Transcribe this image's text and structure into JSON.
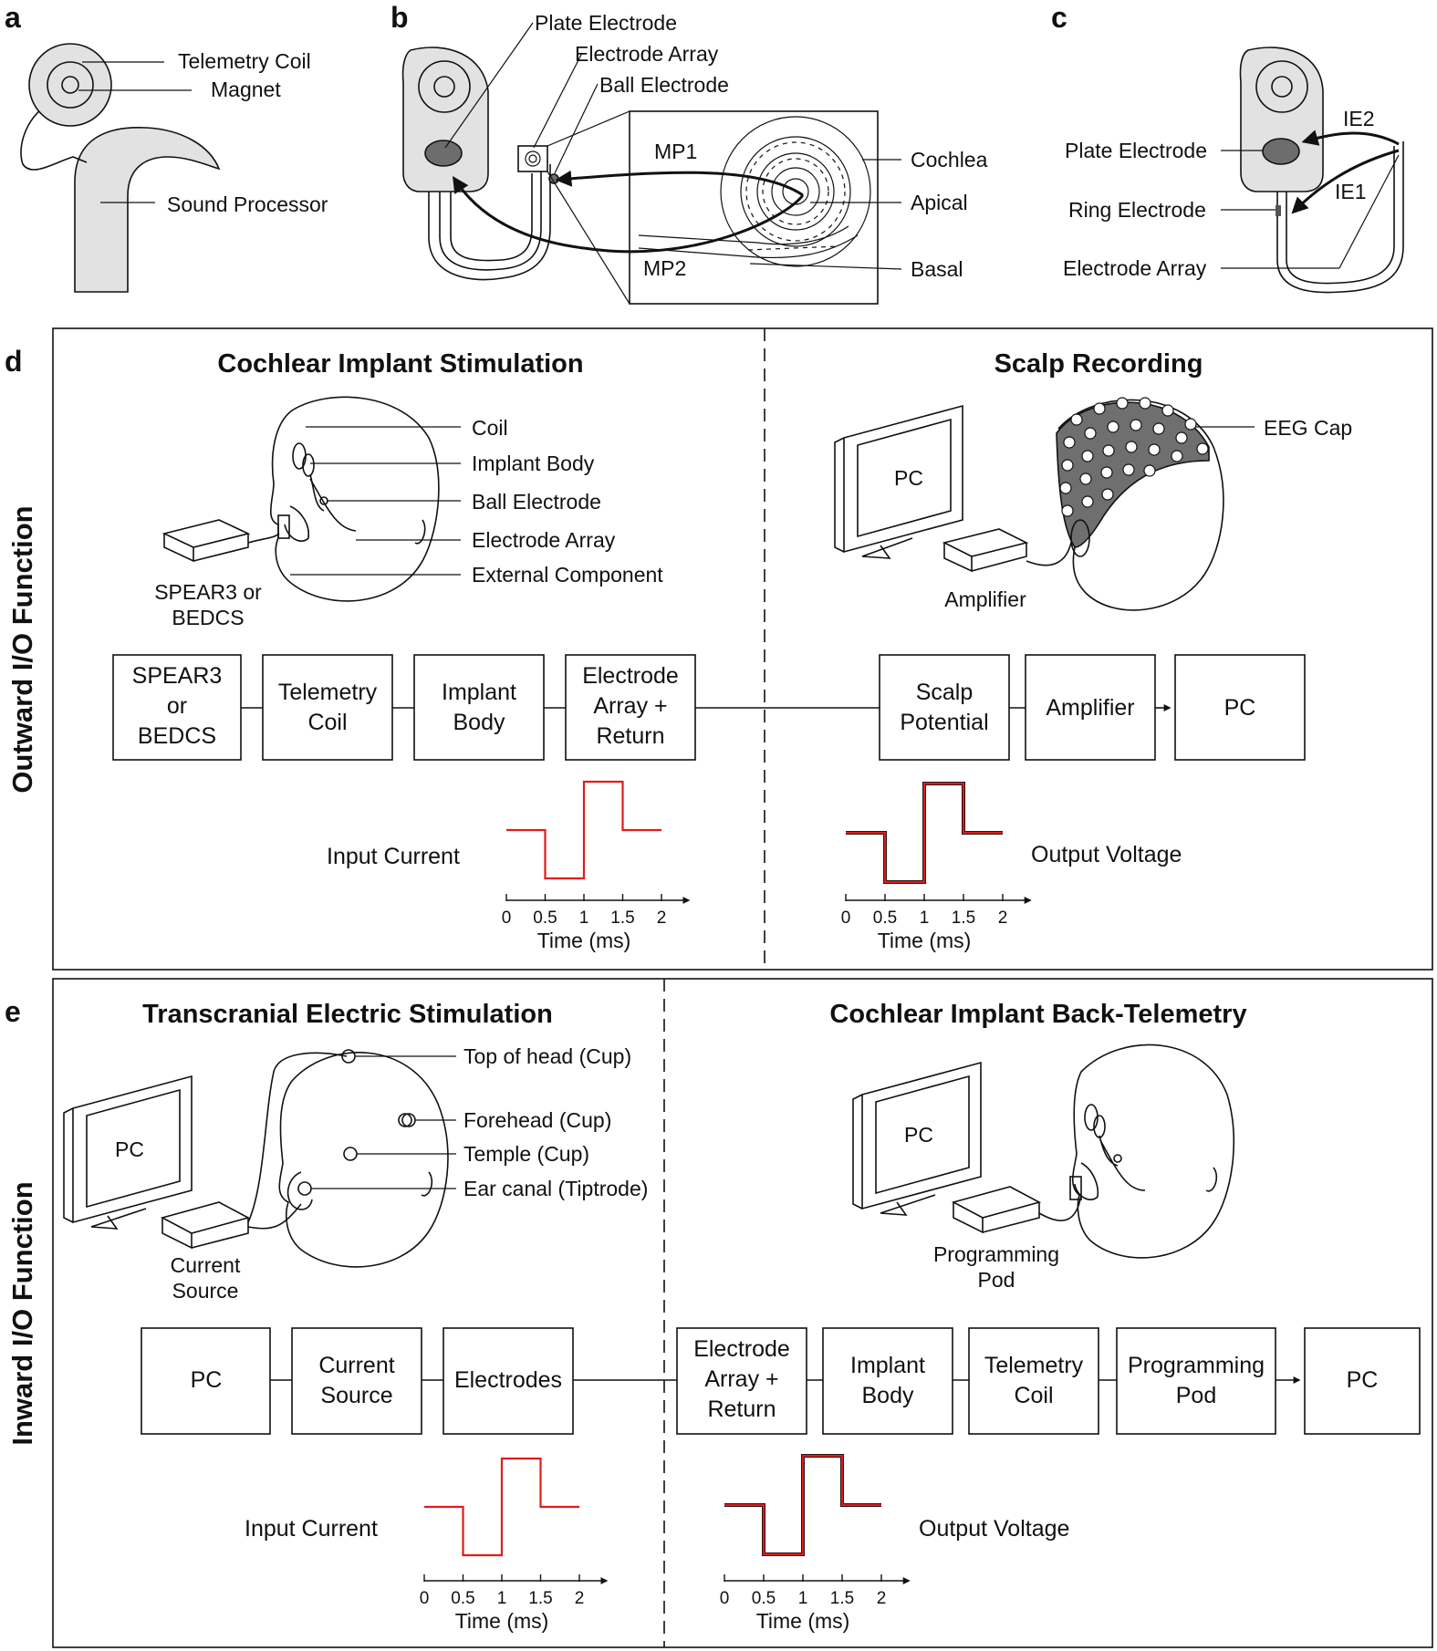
{
  "panels": {
    "a": {
      "letter": "a",
      "labels": {
        "telemetry_coil": "Telemetry Coil",
        "magnet": "Magnet",
        "sound_processor": "Sound Processor"
      }
    },
    "b": {
      "letter": "b",
      "labels": {
        "plate_electrode": "Plate Electrode",
        "electrode_array": "Electrode Array",
        "ball_electrode": "Ball Electrode",
        "mp1": "MP1",
        "mp2": "MP2",
        "cochlea": "Cochlea",
        "apical": "Apical",
        "basal": "Basal"
      }
    },
    "c": {
      "letter": "c",
      "labels": {
        "ie2": "IE2",
        "ie1": "IE1",
        "plate_electrode": "Plate Electrode",
        "ring_electrode": "Ring Electrode",
        "electrode_array": "Electrode Array"
      }
    },
    "d": {
      "letter": "d",
      "side_label": "Outward I/O Function",
      "left_title": "Cochlear Implant Stimulation",
      "right_title": "Scalp Recording",
      "left_labels": {
        "coil": "Coil",
        "implant_body": "Implant Body",
        "ball_electrode": "Ball Electrode",
        "electrode_array": "Electrode Array",
        "external_component": "External Component",
        "spear_line1": "SPEAR3 or",
        "spear_line2": "BEDCS"
      },
      "right_labels": {
        "pc": "PC",
        "eeg_cap": "EEG Cap",
        "amplifier": "Amplifier"
      },
      "chain": [
        {
          "lines": [
            "SPEAR3",
            "or",
            "BEDCS"
          ]
        },
        {
          "lines": [
            "Telemetry",
            "Coil"
          ]
        },
        {
          "lines": [
            "Implant",
            "Body"
          ]
        },
        {
          "lines": [
            "Electrode",
            "Array +",
            "Return"
          ]
        },
        {
          "lines": [
            "Scalp",
            "Potential"
          ]
        },
        {
          "lines": [
            "Amplifier"
          ]
        },
        {
          "lines": [
            "PC"
          ]
        }
      ],
      "input_label": "Input Current",
      "output_label": "Output Voltage",
      "x_axis_title": "Time (ms)",
      "x_ticks": [
        "0",
        "0.5",
        "1",
        "1.5",
        "2"
      ]
    },
    "e": {
      "letter": "e",
      "side_label": "Inward I/O Function",
      "left_title": "Transcranial Electric Stimulation",
      "right_title": "Cochlear Implant Back-Telemetry",
      "left_labels": {
        "pc": "PC",
        "top": "Top of head (Cup)",
        "forehead": "Forehead (Cup)",
        "temple": "Temple (Cup)",
        "ear": "Ear canal (Tiptrode)",
        "current_line1": "Current",
        "current_line2": "Source"
      },
      "right_labels": {
        "pc": "PC",
        "pod_line1": "Programming",
        "pod_line2": "Pod"
      },
      "chain": [
        {
          "lines": [
            "PC"
          ]
        },
        {
          "lines": [
            "Current",
            "Source"
          ]
        },
        {
          "lines": [
            "Electrodes"
          ]
        },
        {
          "lines": [
            "Electrode",
            "Array +",
            "Return"
          ]
        },
        {
          "lines": [
            "Implant",
            "Body"
          ]
        },
        {
          "lines": [
            "Telemetry",
            "Coil"
          ]
        },
        {
          "lines": [
            "Programming",
            "Pod"
          ]
        },
        {
          "lines": [
            "PC"
          ]
        }
      ],
      "input_label": "Input Current",
      "output_label": "Output Voltage",
      "x_axis_title": "Time (ms)",
      "x_ticks": [
        "0",
        "0.5",
        "1",
        "1.5",
        "2"
      ]
    }
  },
  "waveform_input": {
    "t": [
      0,
      0.5,
      0.5,
      1,
      1,
      1.5,
      1.5,
      2
    ],
    "v": [
      0,
      0,
      -1,
      -1,
      1,
      1,
      0,
      0
    ]
  },
  "waveform_output": {
    "t": [
      0,
      0.5,
      0.5,
      1,
      1,
      1.5,
      1.5,
      2
    ],
    "v": [
      0,
      0,
      -1,
      -1,
      1,
      1,
      0,
      0
    ]
  },
  "colors": {
    "red_trace": "#e21b1b",
    "black_trace": "#111111",
    "gray_fill": "#e2e2e2",
    "dark_fill": "#6d6d6d"
  }
}
